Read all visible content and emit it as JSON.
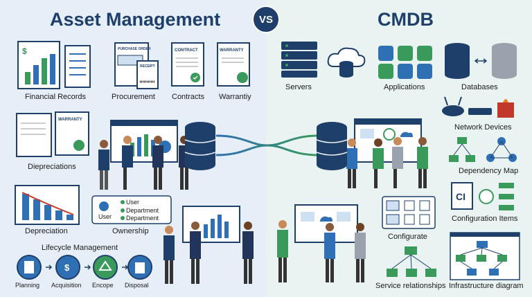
{
  "left": {
    "title": "Asset Management",
    "labels": {
      "financial_records": "Financial Records",
      "procurement": "Procurement",
      "contracts": "Contracts",
      "warranty": "Warrantiy",
      "depreciations": "Diepreciations",
      "depreciation": "Depreciation",
      "ownership": "Ownership",
      "lifecycle": "Lifecycle Management"
    },
    "doc_texts": {
      "purchase_order": "PURCHASE ORDER",
      "receipt": "RECEIPT",
      "contract": "CONTRACT",
      "warranty_doc": "WARRANTY",
      "warranty_doc2": "WARRANTY"
    },
    "ownership_items": [
      "User",
      "Department",
      "Department"
    ],
    "ownership_user": "User",
    "lifecycle_steps": [
      "Planning",
      "Acquisition",
      "Encope",
      "Disposal"
    ]
  },
  "vs_text": "VS",
  "right": {
    "title": "CMDB",
    "labels": {
      "servers": "Servers",
      "applications": "Applications",
      "databases": "Databases",
      "network_devices": "Network Devices",
      "dependency_map": "Dependency Map",
      "configuration_items": "Configuration Items",
      "configurate": "Configurate",
      "service_relationships": "Service relationships",
      "infrastructure_diagram": "Infrastructure diagram"
    },
    "ci_text": "CI"
  },
  "colors": {
    "navy": "#1f3f6b",
    "green": "#3a9a5b",
    "blue": "#2f6fb3"
  }
}
